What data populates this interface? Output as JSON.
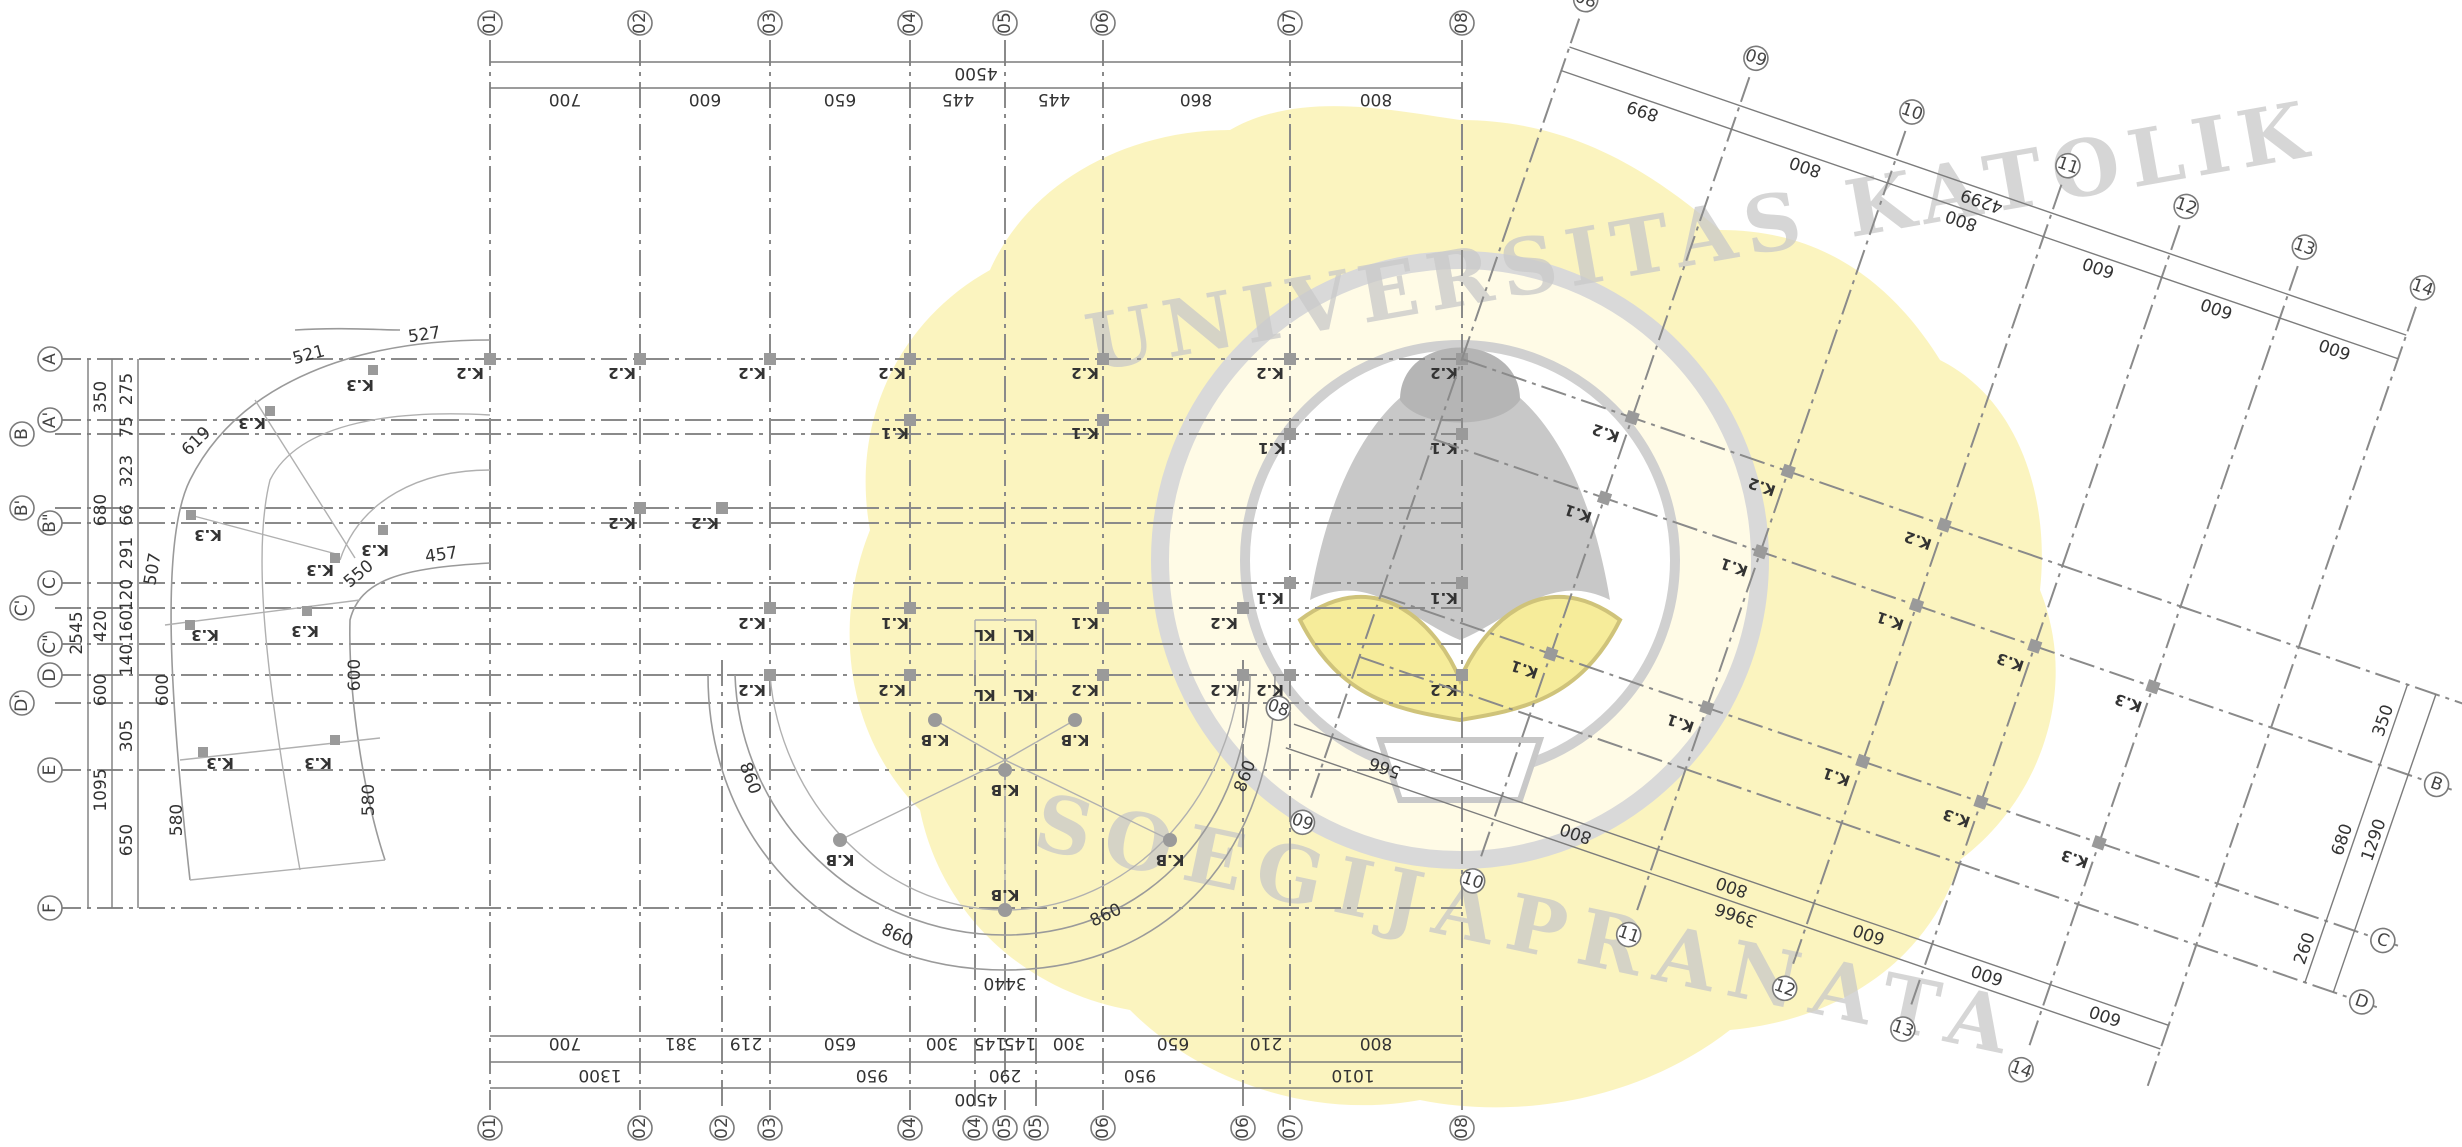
{
  "drawing": {
    "top_grid_labels": [
      "01",
      "02",
      "03",
      "04",
      "05",
      "06",
      "07",
      "08"
    ],
    "bottom_grid_labels": [
      "01",
      "02",
      "02",
      "03",
      "04",
      "04",
      "05",
      "05",
      "06",
      "06",
      "07",
      "08"
    ],
    "left_grid_labels": [
      "A",
      "A'",
      "B",
      "B'",
      "B\"",
      "C",
      "C'",
      "C\"",
      "D",
      "D'",
      "E",
      "F"
    ],
    "rotated_grid_labels": [
      "08",
      "09",
      "10",
      "11",
      "12",
      "13",
      "14"
    ],
    "rotated_bottom_labels": [
      "08",
      "09",
      "10",
      "11",
      "12",
      "13",
      "14"
    ],
    "rotated_row_labels": [
      "B",
      "C",
      "D"
    ],
    "top_total": "4500",
    "top_dims": [
      "700",
      "600",
      "650",
      "445",
      "445",
      "860",
      "800"
    ],
    "bottom_dims_1": [
      "700",
      "381",
      "219",
      "650",
      "300",
      "145",
      "145",
      "300",
      "650",
      "210",
      "800"
    ],
    "bottom_dims_2": [
      "1300",
      "950",
      "290",
      "950",
      "1010"
    ],
    "bottom_total": "4500",
    "left_dims_1": [
      "275",
      "75",
      "323",
      "66",
      "291",
      "120",
      "160",
      "140",
      "305",
      "650"
    ],
    "left_dims_2": [
      "350",
      "680",
      "420",
      "600",
      "1095"
    ],
    "left_total": "2545",
    "rot_top_total": "4299",
    "rot_top_dims": [
      "899",
      "800",
      "800",
      "600",
      "600",
      "600"
    ],
    "rot_bottom_total": "3966",
    "rot_bottom_dims": [
      "566",
      "800",
      "800",
      "600",
      "600",
      "600"
    ],
    "rot_right_dims": [
      "350",
      "680",
      "260"
    ],
    "rot_right_total": "1290",
    "arc_dims": [
      "527",
      "521",
      "619",
      "507",
      "550",
      "457",
      "600",
      "600",
      "580",
      "580",
      "860",
      "860",
      "860",
      "860",
      "3440"
    ],
    "column_labels": [
      "K.2",
      "K.1",
      "K.3",
      "K.B",
      "KL"
    ],
    "watermark_top": "UNIVERSITAS KATOLIK",
    "watermark_bottom": "SOEGIJAPRANATA"
  }
}
